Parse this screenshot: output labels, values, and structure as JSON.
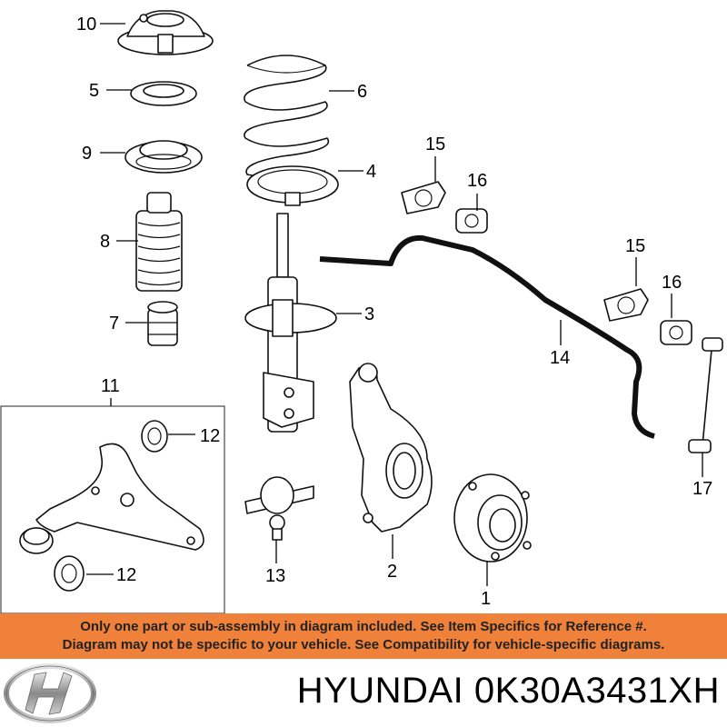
{
  "callouts": [
    "1",
    "2",
    "3",
    "4",
    "5",
    "6",
    "7",
    "8",
    "9",
    "10",
    "11",
    "12",
    "12",
    "13",
    "14",
    "15",
    "15",
    "16",
    "16",
    "17"
  ],
  "notice": {
    "line1": "Only one part or sub-assembly in diagram included. See Item Specifics for Reference #.",
    "line2": "Diagram may not be specific to your vehicle. See Compatibility for vehicle-specific diagrams."
  },
  "footer": {
    "brand": "HYUNDAI",
    "part_number": "0K30A3431XH",
    "logo_icon": "hyundai-logo-icon"
  },
  "colors": {
    "banner": "#f0813a",
    "line": "#111111"
  }
}
